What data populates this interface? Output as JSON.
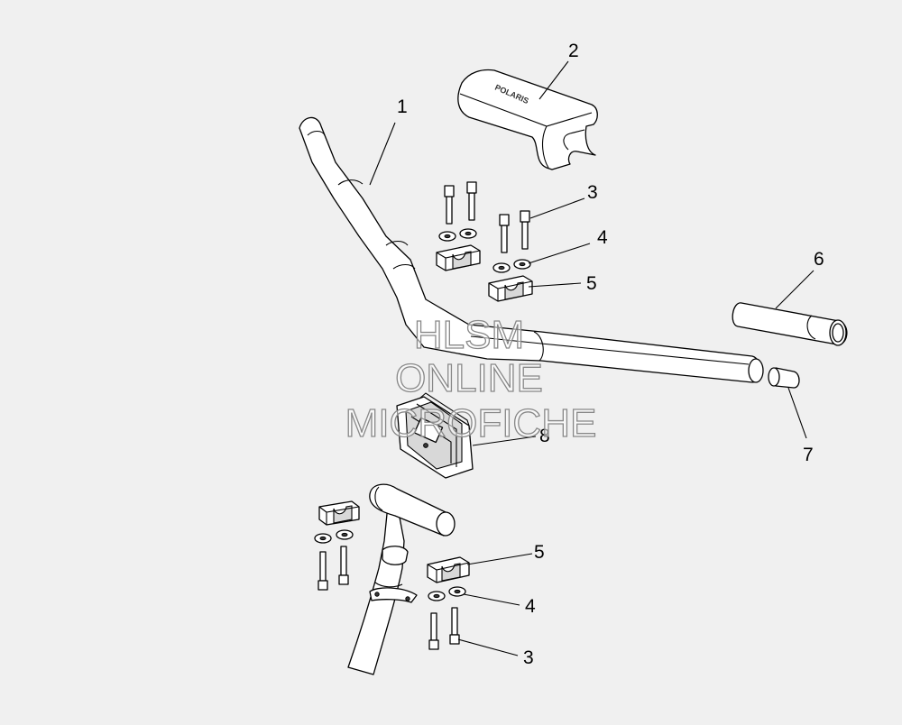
{
  "callouts": {
    "c1": "1",
    "c2": "2",
    "c3_upper": "3",
    "c4_upper": "4",
    "c5_upper": "5",
    "c6": "6",
    "c7": "7",
    "c8": "8",
    "c5_lower": "5",
    "c4_lower": "4",
    "c3_lower": "3"
  },
  "pad_brand": "POLARIS",
  "watermark": {
    "line1": "HLSM",
    "line2": "ONLINE",
    "line3": "MICROFICHE"
  }
}
